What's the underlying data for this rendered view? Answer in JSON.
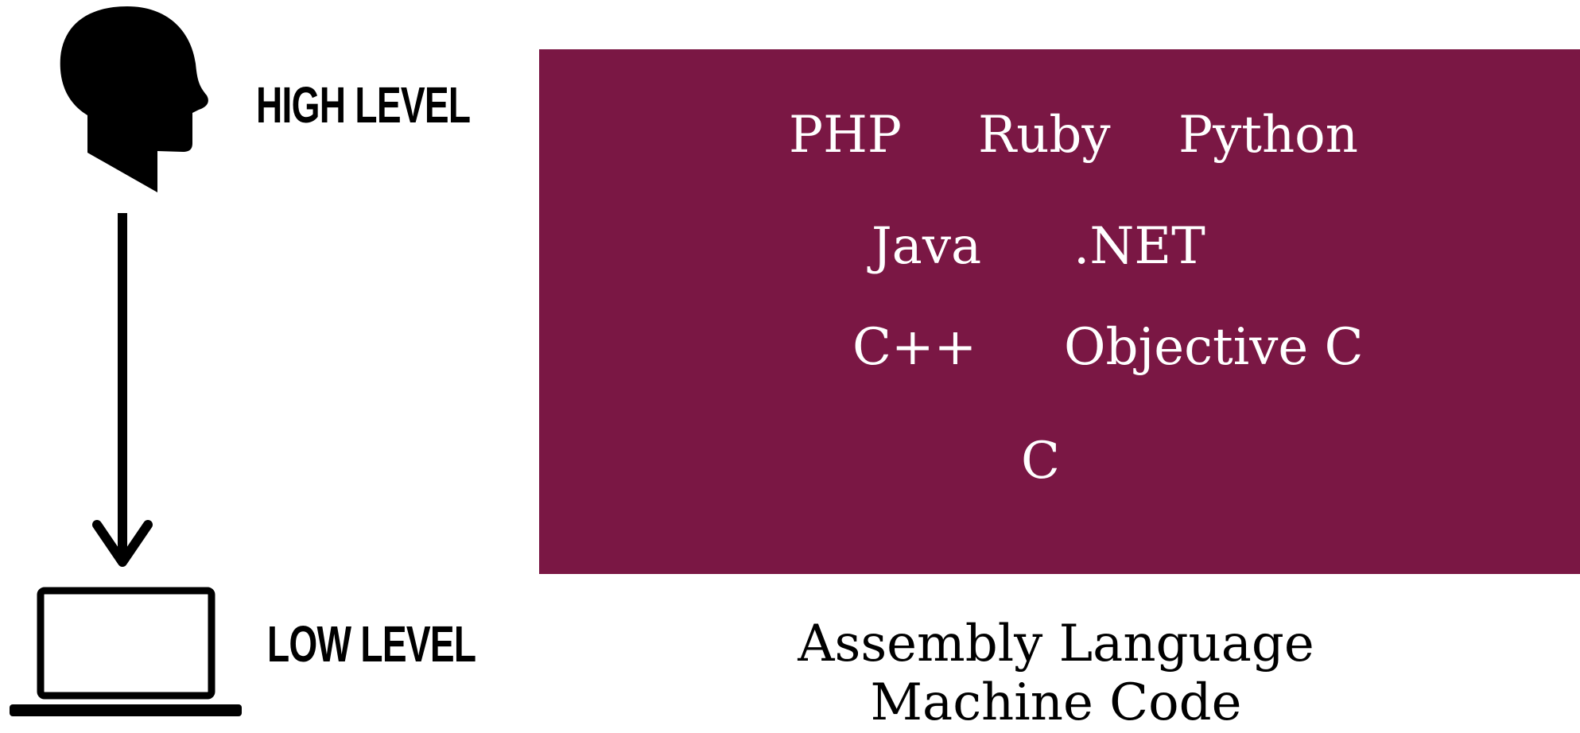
{
  "scale": {
    "high_label": "HIGH LEVEL",
    "low_label": "LOW LEVEL"
  },
  "languages": {
    "php": "PHP",
    "ruby": "Ruby",
    "python": "Python",
    "java": "Java",
    "dotnet": ".NET",
    "cpp": "C++",
    "objc": "Objective C",
    "c": "C"
  },
  "below_box": {
    "assembly": "Assembly Language",
    "machine": "Machine Code"
  },
  "colors": {
    "box_fill": "#7a1744",
    "box_text": "#ffffff",
    "ink": "#000000"
  },
  "icons": {
    "top": "human-head-icon",
    "bottom": "laptop-icon",
    "connector": "arrow-down-icon"
  }
}
